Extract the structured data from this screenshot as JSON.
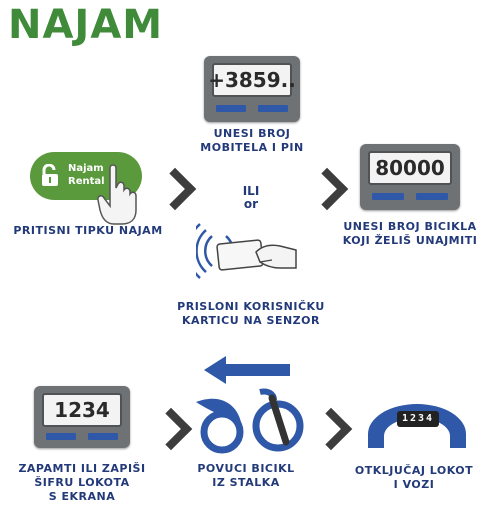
{
  "title": "NAJAM",
  "step_phone": {
    "screen_text": "+3859..",
    "caption_line1": "UNESI BROJ",
    "caption_line2": "MOBITELA I PIN"
  },
  "step_button": {
    "button_label_line1": "Najam",
    "button_label_line2": "Rental",
    "caption": "PRITISNI TIPKU NAJAM"
  },
  "or_label": {
    "line1": "ILI",
    "line2": "or"
  },
  "step_card": {
    "caption_line1": "PRISLONI KORISNIČKU",
    "caption_line2": "KARTICU NA SENZOR"
  },
  "step_bike_number": {
    "screen_text": "80000",
    "caption_line1": "UNESI BROJ BICIKLA",
    "caption_line2": "KOJI ŽELIŠ UNAJMITI"
  },
  "step_code": {
    "screen_text": "1234",
    "caption_line1": "ZAPAMTI ILI ZAPIŠI",
    "caption_line2": "ŠIFRU LOKOTA",
    "caption_line3": "S EKRANA"
  },
  "step_pull": {
    "caption_line1": "POVUCI BICIKL",
    "caption_line2": "IZ STALKA"
  },
  "step_unlock": {
    "lock_digits": "1234",
    "caption_line1": "OTKLJUČAJ LOKOT",
    "caption_line2": "I VOZI"
  },
  "colors": {
    "brand_green": "#3f8b3a",
    "caption_navy": "#233a7a",
    "accent_blue": "#2f58a8",
    "device_gray": "#6f7275",
    "chevron_gray": "#3d3d3d"
  }
}
